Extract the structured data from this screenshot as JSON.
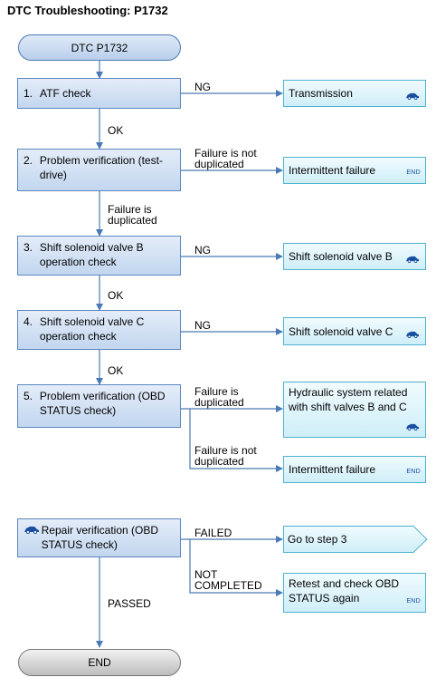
{
  "title": "DTC Troubleshooting: P1732",
  "start": "DTC P1732",
  "end": "END",
  "steps": [
    {
      "num": "1.",
      "label": "ATF check"
    },
    {
      "num": "2.",
      "label": "Problem verification (test-drive)"
    },
    {
      "num": "3.",
      "label": "Shift solenoid valve B operation check"
    },
    {
      "num": "4.",
      "label": "Shift solenoid valve C operation check"
    },
    {
      "num": "5.",
      "label": "Problem verification (OBD STATUS check)"
    }
  ],
  "repair": {
    "label": "Repair verification (OBD STATUS check)"
  },
  "results": {
    "transmission": "Transmission",
    "intermittent1": "Intermittent failure",
    "ssv_b": "Shift solenoid valve B",
    "ssv_c": "Shift solenoid valve C",
    "hydraulic": "Hydraulic system related with shift valves B and C",
    "intermittent2": "Intermittent failure",
    "goto3": "Go to step 3",
    "retest": "Retest and check OBD STATUS again"
  },
  "edge_labels": {
    "ng1": "NG",
    "ok1": "OK",
    "not_dup1_a": "Failure is not",
    "not_dup1_b": "duplicated",
    "dup1_a": "Failure is",
    "dup1_b": "duplicated",
    "ng3": "NG",
    "ok3": "OK",
    "ng4": "NG",
    "ok4": "OK",
    "dup2_a": "Failure is",
    "dup2_b": "duplicated",
    "not_dup2_a": "Failure is not",
    "not_dup2_b": "duplicated",
    "failed": "FAILED",
    "not_completed_a": "NOT",
    "not_completed_b": "COMPLETED",
    "passed": "PASSED"
  },
  "end_tag": "END",
  "colors": {
    "line": "#4a7ab5",
    "accent": "#1a4fa0"
  }
}
